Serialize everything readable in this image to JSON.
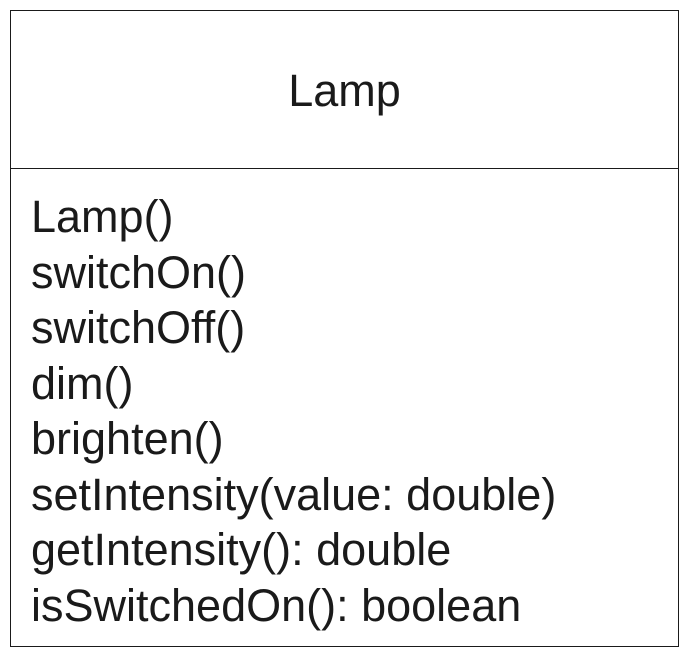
{
  "class": {
    "name": "Lamp",
    "operations": [
      "Lamp()",
      "switchOn()",
      "switchOff()",
      "dim()",
      "brighten()",
      "setIntensity(value: double)",
      "getIntensity(): double",
      "isSwitchedOn(): boolean"
    ]
  },
  "colors": {
    "border": "#1a1a1a",
    "text": "#1a1a1a",
    "background": "#ffffff"
  }
}
